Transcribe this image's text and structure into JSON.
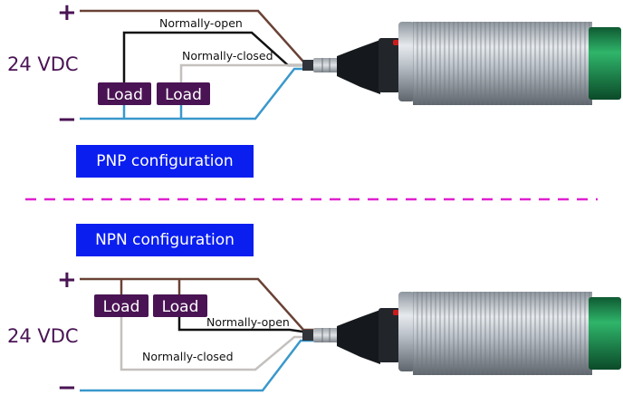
{
  "colors": {
    "brown": "#6a4236",
    "black": "#111111",
    "grey": "#c4c0be",
    "blue": "#3a98cc",
    "load": "#4a1454",
    "config": "#0a1ef0",
    "divider": "#e020d0",
    "sensor_cap": "#1f8a4f"
  },
  "pnp": {
    "plus": "+",
    "minus": "−",
    "voltage": "24 VDC",
    "no_label": "Normally-open",
    "nc_label": "Normally-closed",
    "load1": "Load",
    "load2": "Load",
    "config": "PNP configuration"
  },
  "npn": {
    "plus": "+",
    "minus": "−",
    "voltage": "24 VDC",
    "no_label": "Normally-open",
    "nc_label": "Normally-closed",
    "load1": "Load",
    "load2": "Load",
    "config": "NPN configuration"
  },
  "icons": {
    "sensor": "cylindrical-proximity-sensor-icon",
    "divider": "dashed-divider-line"
  }
}
